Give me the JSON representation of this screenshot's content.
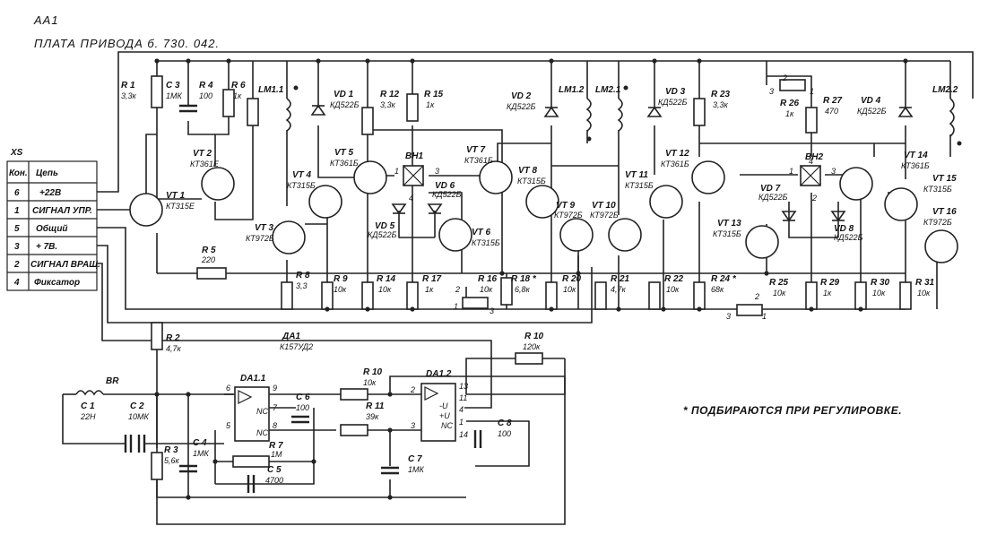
{
  "header": {
    "id": "АА1",
    "title": "ПЛАТА ПРИВОДА   б. 730. 042."
  },
  "connector": {
    "ref": "XS",
    "col_pin": "Кон.",
    "col_name": "Цепь",
    "rows": [
      {
        "pin": "6",
        "name": "+22В"
      },
      {
        "pin": "1",
        "name": "СИГНАЛ УПР."
      },
      {
        "pin": "5",
        "name": "Общий"
      },
      {
        "pin": "3",
        "name": "+ 7В."
      },
      {
        "pin": "2",
        "name": "СИГНАЛ ВРАЩ."
      },
      {
        "pin": "4",
        "name": "Фиксатор"
      }
    ]
  },
  "components": {
    "r1": {
      "ref": "R 1",
      "val": "3,3к"
    },
    "r2": {
      "ref": "R 2",
      "val": "4,7к"
    },
    "r3": {
      "ref": "R 3",
      "val": "5,6к"
    },
    "r4": {
      "ref": "R 4",
      "val": "100"
    },
    "r5": {
      "ref": "R 5",
      "val": "220"
    },
    "r6": {
      "ref": "R 6",
      "val": "1к"
    },
    "r7": {
      "ref": "R 7",
      "val": "1М"
    },
    "r8": {
      "ref": "R 8",
      "val": "3,3"
    },
    "r9": {
      "ref": "R 9",
      "val": "10к"
    },
    "r10a": {
      "ref": "R 10",
      "val": "10к"
    },
    "r10b": {
      "ref": "R 10",
      "val": "120к"
    },
    "r11": {
      "ref": "R 11",
      "val": "39к"
    },
    "r12": {
      "ref": "R 12",
      "val": "3,3к"
    },
    "r14": {
      "ref": "R 14",
      "val": "10к"
    },
    "r15": {
      "ref": "R 15",
      "val": "1к"
    },
    "r16": {
      "ref": "R 16",
      "val": "10к"
    },
    "r17": {
      "ref": "R 17",
      "val": "1к"
    },
    "r18": {
      "ref": "R 18 *",
      "val": "6,8к"
    },
    "r20": {
      "ref": "R 20",
      "val": "10к"
    },
    "r21": {
      "ref": "R 21",
      "val": "4,7к"
    },
    "r22": {
      "ref": "R 22",
      "val": "10к"
    },
    "r23": {
      "ref": "R 23",
      "val": "3,3к"
    },
    "r24": {
      "ref": "R 24 *",
      "val": "68к"
    },
    "r25": {
      "ref": "R 25",
      "val": "10к"
    },
    "r26": {
      "ref": "R 26",
      "val": "1к"
    },
    "r27": {
      "ref": "R 27",
      "val": "470"
    },
    "r29": {
      "ref": "R 29",
      "val": "1к"
    },
    "r30": {
      "ref": "R 30",
      "val": "10к"
    },
    "r31": {
      "ref": "R 31",
      "val": "10к"
    },
    "c1": {
      "ref": "C 1",
      "val": "22Н"
    },
    "c2": {
      "ref": "C 2",
      "val": "10МК"
    },
    "c3": {
      "ref": "C 3",
      "val": "1МК"
    },
    "c4": {
      "ref": "C 4",
      "val": "1МК"
    },
    "c5": {
      "ref": "C 5",
      "val": "4700"
    },
    "c6": {
      "ref": "C 6",
      "val": "100"
    },
    "c7": {
      "ref": "C 7",
      "val": "1МК"
    },
    "c8": {
      "ref": "C 8",
      "val": "100"
    },
    "br": {
      "ref": "BR"
    },
    "lm11": {
      "ref": "LM1.1"
    },
    "lm12": {
      "ref": "LM1.2"
    },
    "lm21": {
      "ref": "LM2.1"
    },
    "lm22": {
      "ref": "LM2.2"
    },
    "vd1": {
      "ref": "VD 1",
      "val": "КД522Б"
    },
    "vd2": {
      "ref": "VD 2",
      "val": "КД522Б"
    },
    "vd3": {
      "ref": "VD 3",
      "val": "КД522Б"
    },
    "vd4": {
      "ref": "VD 4",
      "val": "КД522Б"
    },
    "vd5": {
      "ref": "VD 5",
      "val": "КД522Б"
    },
    "vd6": {
      "ref": "VD 6",
      "val": "КД522Б"
    },
    "vd7": {
      "ref": "VD 7",
      "val": "КД522Б"
    },
    "vd8": {
      "ref": "VD 8",
      "val": "КД522Б"
    },
    "vt1": {
      "ref": "VT 1",
      "val": "КТ315Е"
    },
    "vt2": {
      "ref": "VT 2",
      "val": "КТ361Е"
    },
    "vt3": {
      "ref": "VT 3",
      "val": "КТ972Б"
    },
    "vt4": {
      "ref": "VT 4",
      "val": "КТ315Б"
    },
    "vt5": {
      "ref": "VT 5",
      "val": "КТ361Б"
    },
    "vt6": {
      "ref": "VT 6",
      "val": "КТ315Б"
    },
    "vt7": {
      "ref": "VT 7",
      "val": "КТ361Б"
    },
    "vt8": {
      "ref": "VT 8",
      "val": "КТ315Б"
    },
    "vt9": {
      "ref": "VT 9",
      "val": "КТ972Б"
    },
    "vt10": {
      "ref": "VT 10",
      "val": "КТ972Б"
    },
    "vt11": {
      "ref": "VT 11",
      "val": "КТ315Б"
    },
    "vt12": {
      "ref": "VT 12",
      "val": "КТ361Б"
    },
    "vt13": {
      "ref": "VT 13",
      "val": "КТ315Б"
    },
    "vt14": {
      "ref": "VT 14",
      "val": "КТ361Б"
    },
    "vt15": {
      "ref": "VT 15",
      "val": "КТ315Б"
    },
    "vt16": {
      "ref": "VT 16",
      "val": "КТ972Б"
    },
    "bh1": {
      "ref": "ВН1"
    },
    "bh2": {
      "ref": "ВН2"
    },
    "da1": {
      "ref": "ДА1",
      "val": "К157УД2"
    },
    "da11": {
      "ref": "DA1.1"
    },
    "da12": {
      "ref": "DA1.2"
    }
  },
  "pins": {
    "nc": "NC",
    "vneg": "-U",
    "vpos": "+U",
    "p1": "1",
    "p2": "2",
    "p3": "3",
    "p4": "4",
    "p5": "5",
    "p6": "6",
    "p7": "7",
    "p8": "8",
    "p9": "9",
    "p11": "11",
    "p13": "13",
    "p14": "14"
  },
  "note": "* ПОДБИРАЮТСЯ ПРИ РЕГУЛИРОВКЕ."
}
